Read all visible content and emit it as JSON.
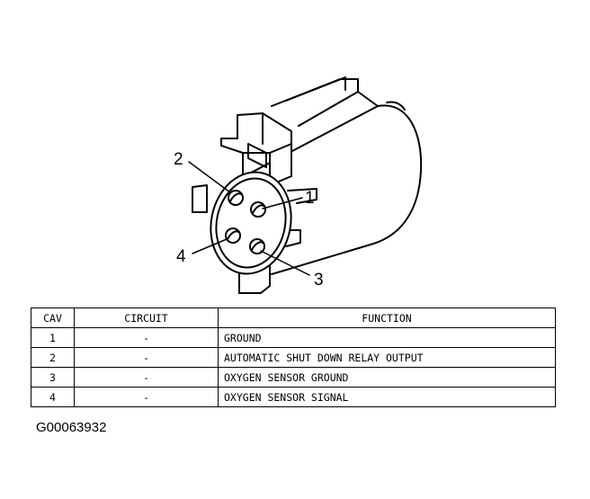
{
  "diagram": {
    "callouts": [
      "1",
      "2",
      "3",
      "4"
    ]
  },
  "table": {
    "headers": [
      "CAV",
      "CIRCUIT",
      "FUNCTION"
    ],
    "rows": [
      {
        "cav": "1",
        "circuit": "-",
        "function": "GROUND"
      },
      {
        "cav": "2",
        "circuit": "-",
        "function": "AUTOMATIC SHUT DOWN RELAY OUTPUT"
      },
      {
        "cav": "3",
        "circuit": "-",
        "function": "OXYGEN SENSOR GROUND"
      },
      {
        "cav": "4",
        "circuit": "-",
        "function": "OXYGEN SENSOR SIGNAL"
      }
    ]
  },
  "figure_id": "G00063932"
}
